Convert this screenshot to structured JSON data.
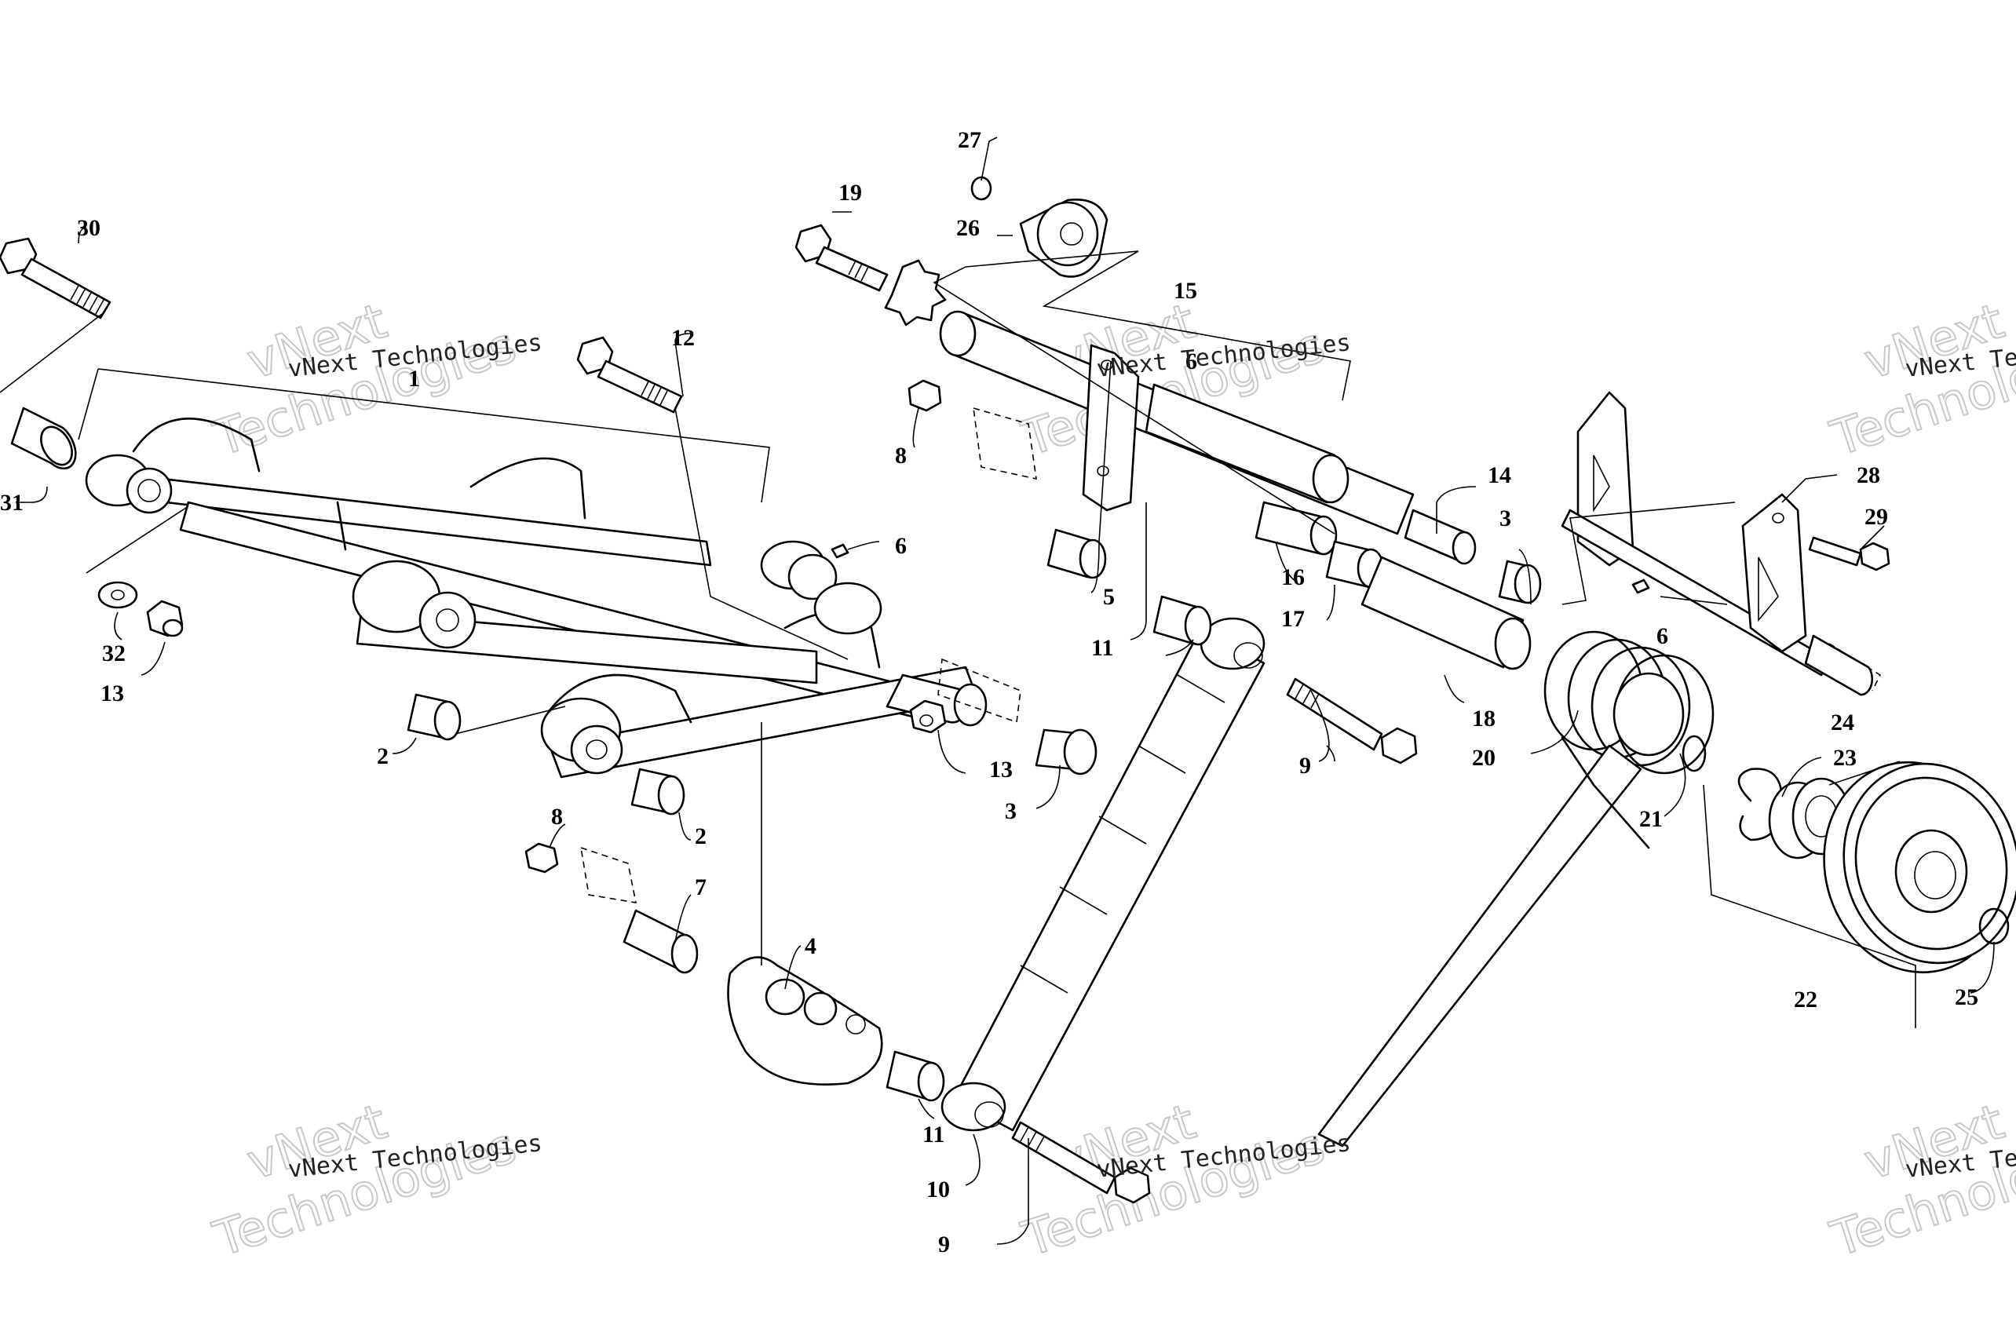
{
  "diagram": {
    "callouts": [
      "1",
      "2",
      "2",
      "3",
      "3",
      "4",
      "5",
      "6",
      "6",
      "6",
      "7",
      "8",
      "8",
      "9",
      "9",
      "10",
      "11",
      "11",
      "12",
      "13",
      "13",
      "14",
      "15",
      "16",
      "17",
      "18",
      "19",
      "20",
      "21",
      "22",
      "23",
      "24",
      "25",
      "26",
      "27",
      "28",
      "29",
      "30",
      "31",
      "32"
    ],
    "watermark": {
      "caption": "vNext Technologies",
      "line1": "vNext",
      "line2": "Technologies"
    }
  }
}
